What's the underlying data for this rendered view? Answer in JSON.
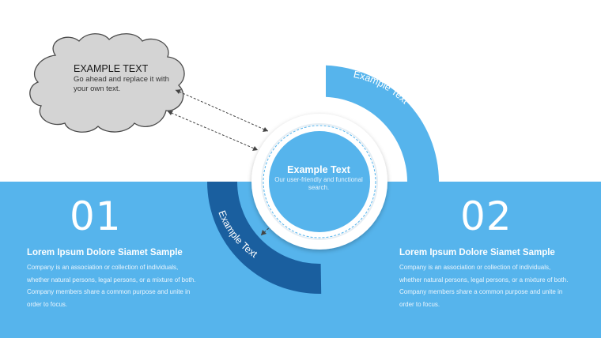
{
  "cloud": {
    "title": "EXAMPLE TEXT",
    "body": "Go ahead and replace it with your own text."
  },
  "center": {
    "title": "Example Text",
    "body": "Our user-friendly and functional search."
  },
  "arcs": {
    "upper_label": "Example Text",
    "lower_label": "Example Text"
  },
  "steps": [
    {
      "number": "01",
      "title": "Lorem Ipsum Dolore Siamet Sample",
      "body": "Company is an association or collection of individuals, whether natural persons, legal persons, or a mixture of both. Company members share a common purpose and unite in order to focus."
    },
    {
      "number": "02",
      "title": "Lorem Ipsum Dolore Siamet Sample",
      "body": "Company is an association or collection of individuals, whether natural persons, legal persons, or a mixture of both. Company members share a common purpose and unite in order to focus."
    }
  ],
  "colors": {
    "band": "#56b4ec",
    "light_arc": "#56b4ec",
    "dark_arc": "#1a5f9f",
    "cloud_fill": "#d4d4d4"
  }
}
